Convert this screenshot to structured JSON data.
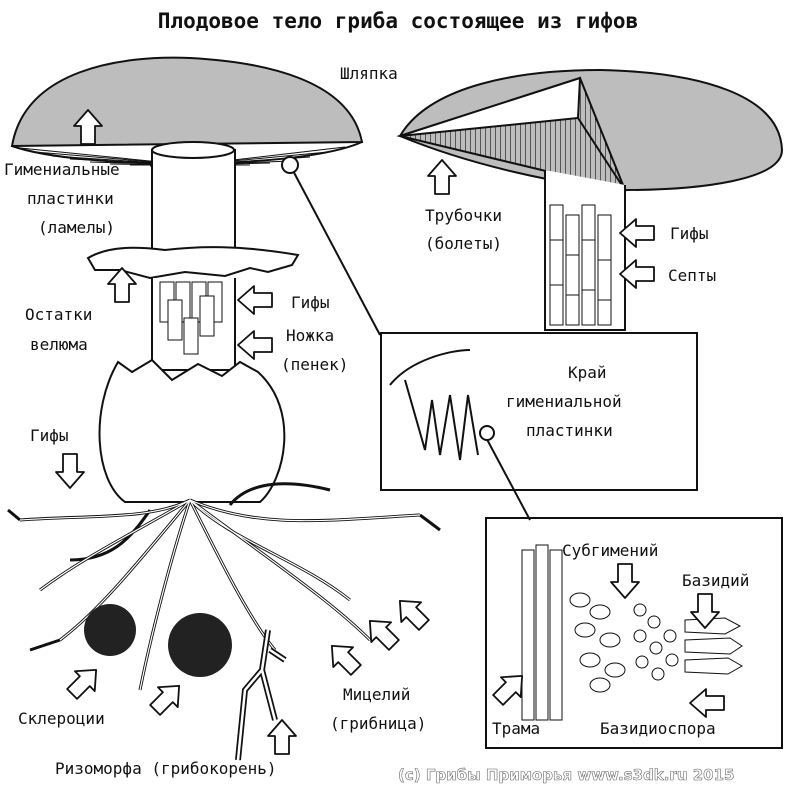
{
  "title": "Плодовое тело гриба состоящее из гифов",
  "labels": {
    "cap": "Шляпка",
    "lamellae_1": "Гимениальные",
    "lamellae_2": "пластинки",
    "lamellae_3": "(ламелы)",
    "tubes_1": "Трубочки",
    "tubes_2": "(болеты)",
    "hyphae_bolete": "Гифы",
    "septa": "Септы",
    "hyphae_stem": "Гифы",
    "stem_1": "Ножка",
    "stem_2": "(пенек)",
    "velum_1": "Остатки",
    "velum_2": "велюма",
    "hyphae_bottom": "Гифы",
    "edge_1": "Край",
    "edge_2": "гимениальной",
    "edge_3": "пластинки",
    "subhymenium": "Субгимений",
    "basidium": "Базидий",
    "trama": "Трама",
    "basidiospore": "Базидиоспора",
    "sclerotia": "Склероции",
    "mycelium_1": "Мицелий",
    "mycelium_2": "(грибница)",
    "rhizomorph": "Ризоморфа (грибокорень)"
  },
  "credit": "(c) Грибы Приморья  www.s3dk.ru  2015"
}
